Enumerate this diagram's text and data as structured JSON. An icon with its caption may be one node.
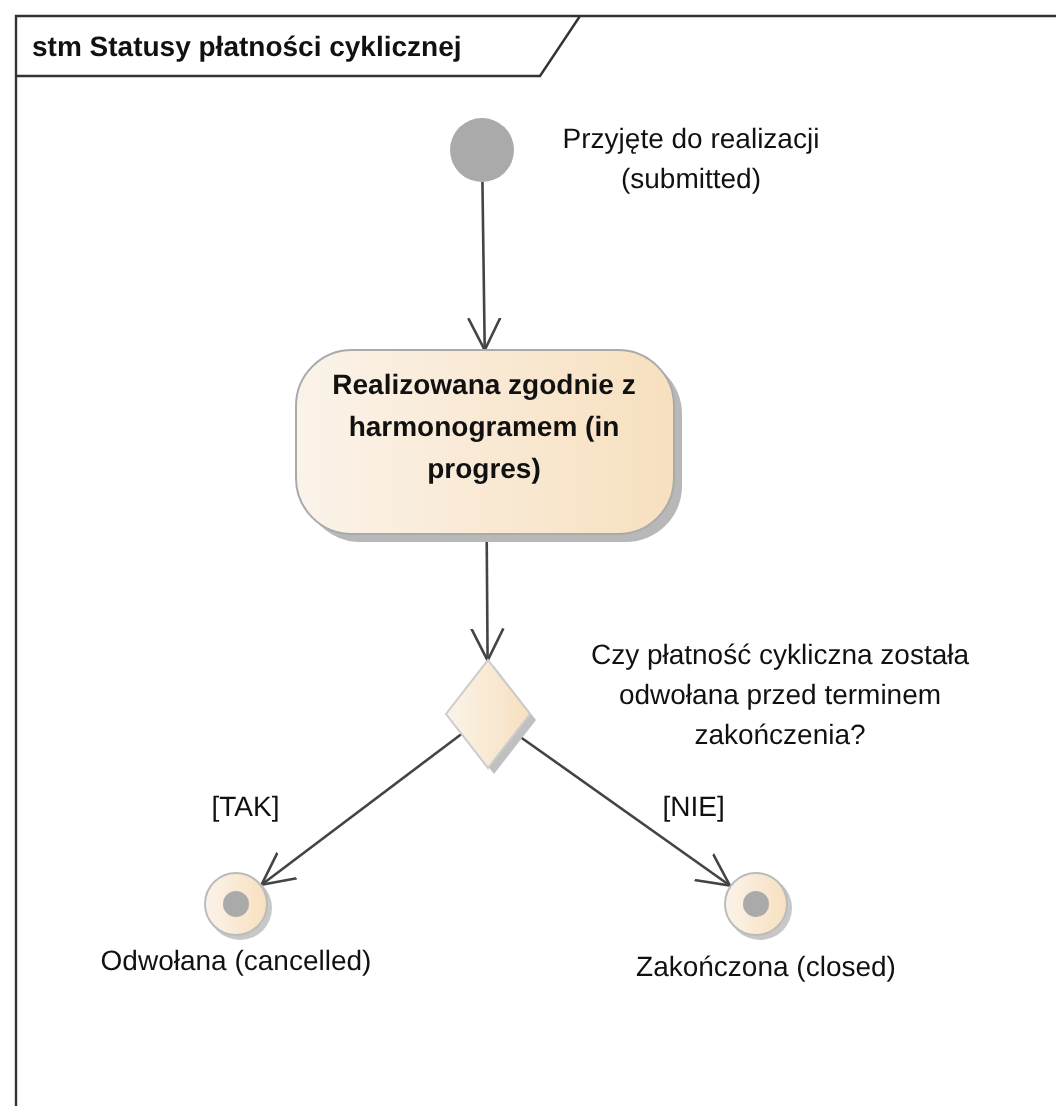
{
  "diagram": {
    "title": "stm Statusy płatności cyklicznej",
    "nodes": [
      {
        "text": [],
        "shape": "circle",
        "beside": [
          "Przyjęte do realizacji (submitted)"
        ]
      },
      {
        "text": [
          "Realizowana zgodnie z harmonogramem (in progres)"
        ]
      },
      {
        "text": [],
        "shape": "diamond",
        "beside": [
          "Czy płatność cykliczna została odwołana przed terminem zakończenia?"
        ]
      },
      {
        "text": [],
        "shape": "circle",
        "beside": [
          "Odwołana (cancelled)"
        ]
      },
      {
        "text": [],
        "shape": "circle",
        "beside": [
          "Zakończona (closed)"
        ]
      }
    ],
    "edges": [
      {
        "from": 0,
        "to": 1,
        "arrow": "to"
      },
      {
        "from": 1,
        "to": 2,
        "arrow": "to"
      },
      {
        "from": 2,
        "to": 3,
        "arrow": "to",
        "label": "[TAK]"
      },
      {
        "from": 2,
        "to": 4,
        "arrow": "to",
        "label": "[NIE]"
      }
    ]
  }
}
